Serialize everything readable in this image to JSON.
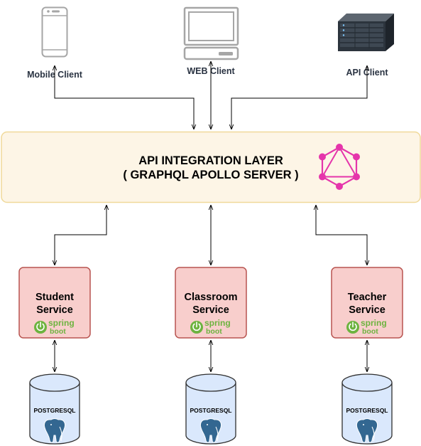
{
  "clients": [
    {
      "id": "mobile",
      "label": "Mobile Client",
      "icon": "mobile-phone-icon"
    },
    {
      "id": "web",
      "label": "WEB Client",
      "icon": "desktop-computer-icon"
    },
    {
      "id": "api",
      "label": "API Client",
      "icon": "server-rack-icon"
    }
  ],
  "integration_layer": {
    "title_line1": "API INTEGRATION LAYER",
    "title_line2": "( GRAPHQL APOLLO SERVER )",
    "icon": "graphql-logo-icon",
    "fill": "#fdf5e6",
    "stroke": "#f0d99a"
  },
  "services": [
    {
      "id": "student",
      "line1": "Student",
      "line2": "Service",
      "badge_top": "spring",
      "badge_bottom": "boot",
      "database": "POSTGRESQL"
    },
    {
      "id": "classroom",
      "line1": "Classroom",
      "line2": "Service",
      "badge_top": "spring",
      "badge_bottom": "boot",
      "database": "POSTGRESQL"
    },
    {
      "id": "teacher",
      "line1": "Teacher",
      "line2": "Service",
      "badge_top": "spring",
      "badge_bottom": "boot",
      "database": "POSTGRESQL"
    }
  ],
  "colors": {
    "service_fill": "#f8cecc",
    "service_stroke": "#b85450",
    "db_fill": "#dae8fc",
    "db_stroke": "#2f2f2f",
    "graphql": "#e535ab",
    "spring": "#6db33f",
    "postgres": "#336791"
  }
}
